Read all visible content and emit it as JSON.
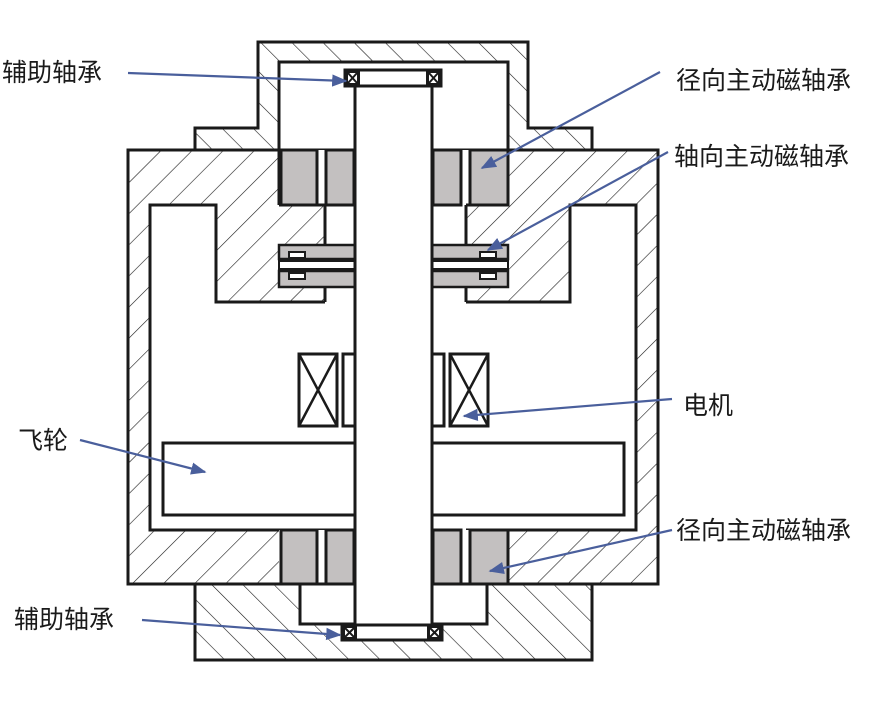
{
  "diagram": {
    "type": "flywheel-cross-section",
    "colors": {
      "outline": "#1a1a1a",
      "hatch": "#1a1a1a",
      "magnet_fill": "#c3c0c0",
      "leader_line": "#4a5f9c",
      "background": "#ffffff"
    },
    "labels": [
      {
        "id": "aux-bearing-top",
        "text": "辅助轴承"
      },
      {
        "id": "radial-amb-top",
        "text": "径向主动磁轴承"
      },
      {
        "id": "axial-amb",
        "text": "轴向主动磁轴承"
      },
      {
        "id": "motor",
        "text": "电机"
      },
      {
        "id": "flywheel",
        "text": "飞轮"
      },
      {
        "id": "radial-amb-bottom",
        "text": "径向主动磁轴承"
      },
      {
        "id": "aux-bearing-bottom",
        "text": "辅助轴承"
      }
    ],
    "icons": {
      "bearing": "ball-bearing-cross-icon",
      "coil": "motor-coil-cross-icon"
    }
  }
}
